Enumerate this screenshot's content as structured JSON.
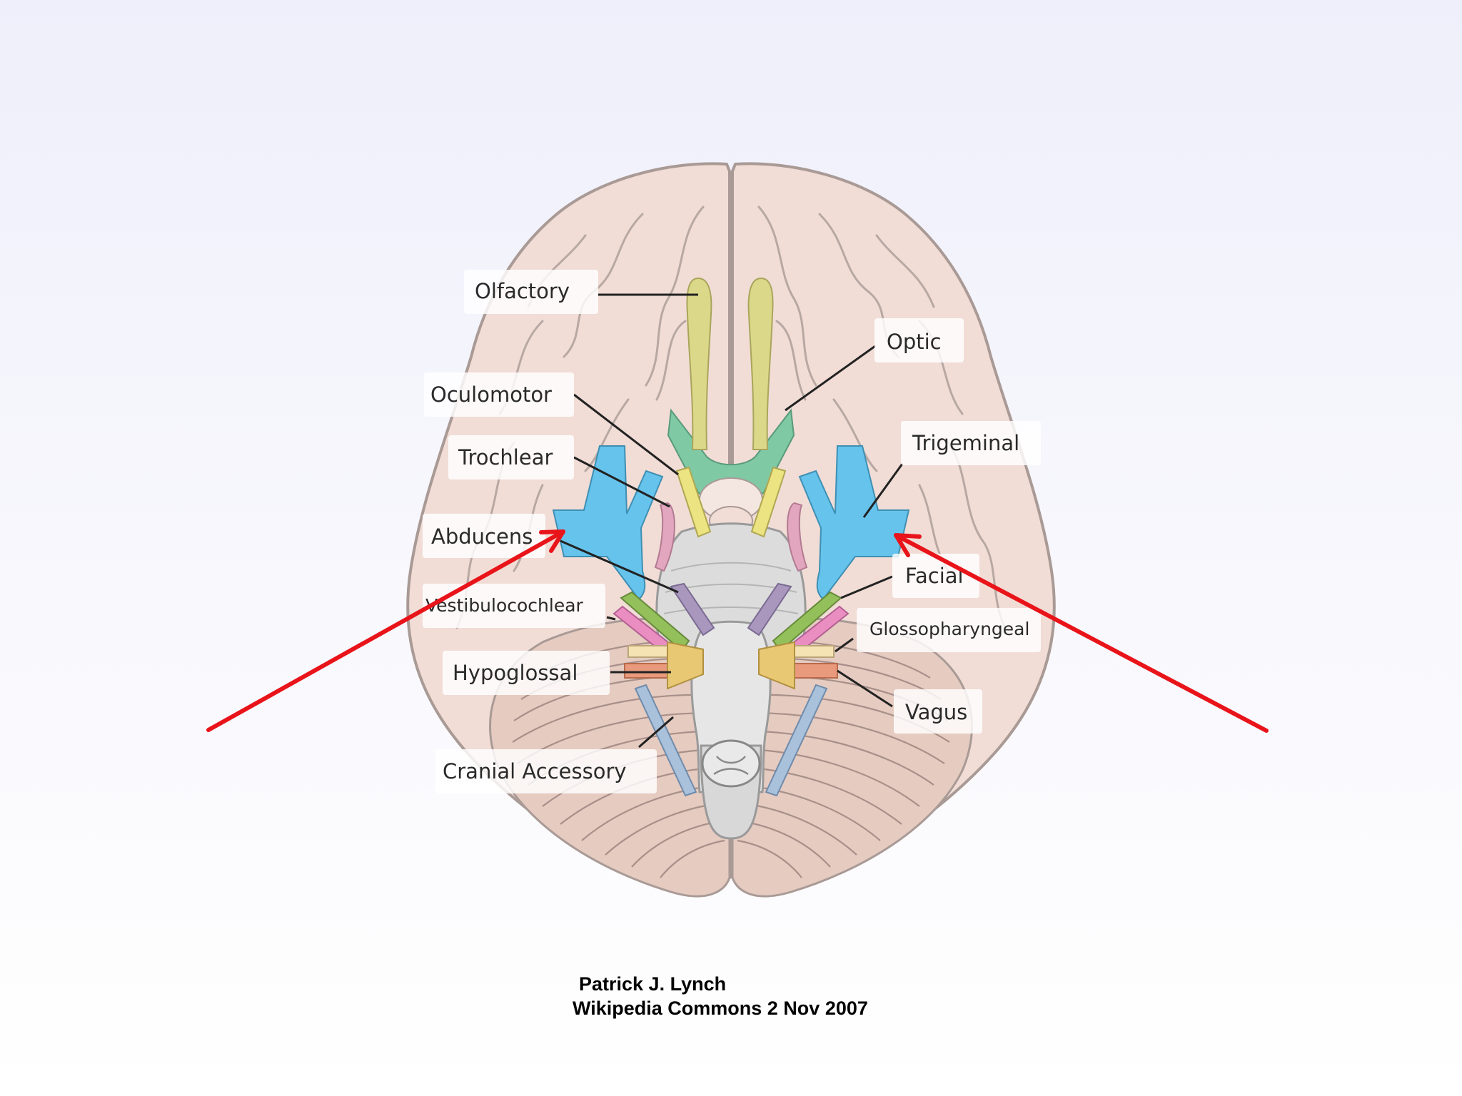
{
  "labels": {
    "olfactory": "Olfactory",
    "optic": "Optic",
    "oculomotor": "Oculomotor",
    "trochlear": "Trochlear",
    "trigeminal": "Trigeminal",
    "abducens": "Abducens",
    "facial": "Facial",
    "vestibulocochlear": "Vestibulocochlear",
    "glossopharyngeal": "Glossopharyngeal",
    "hypoglossal": "Hypoglossal",
    "vagus": "Vagus",
    "cranial_accessory": "Cranial Accessory"
  },
  "credit": {
    "author": "Patrick J. Lynch",
    "source": "Wikipedia Commons 2 Nov 2007"
  },
  "colors": {
    "brain": "#f1ddd6",
    "brain_outline": "#a99a96",
    "cerebellum": "#e5cbc0",
    "brainstem": "#dcdcdc",
    "olfactory_nerve": "#dcd88a",
    "optic_nerve": "#7fc9a5",
    "oculomotor_nerve": "#ece383",
    "trochlear_nerve": "#e3a6bf",
    "trigeminal_nerve": "#66c3ec",
    "abducens_nerve": "#a997be",
    "facial_nerve": "#94c05b",
    "vestibulocochlear_nerve": "#ea8ec2",
    "glossopharyngeal_nerve": "#f6e3b4",
    "vagus_nerve": "#e99a7c",
    "hypoglossal_nerve": "#e9c873",
    "accessory_nerve": "#a9c1db",
    "annotation_arrow": "#e8141a"
  }
}
